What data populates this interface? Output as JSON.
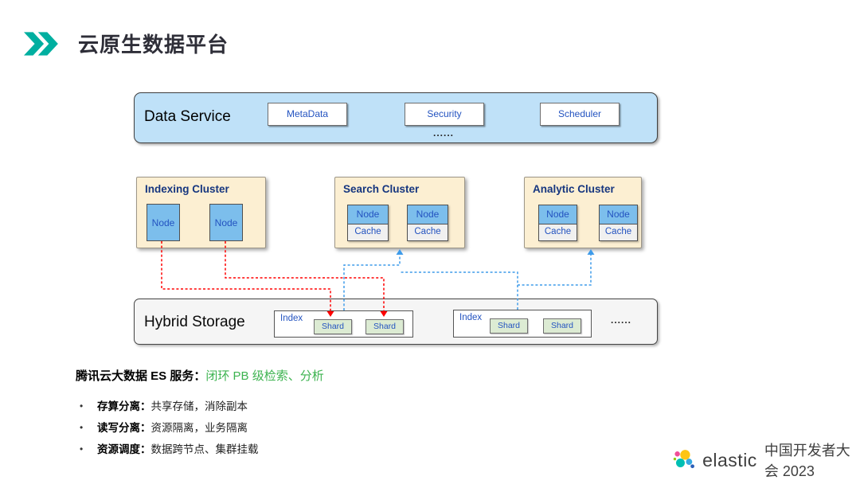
{
  "header": {
    "title": "云原生数据平台"
  },
  "diagram": {
    "data_service": {
      "label": "Data Service",
      "components": [
        "MetaData",
        "Security",
        "Scheduler"
      ],
      "ellipsis": "......"
    },
    "clusters": [
      {
        "title": "Indexing Cluster",
        "nodes": [
          {
            "node": "Node"
          },
          {
            "node": "Node"
          }
        ]
      },
      {
        "title": "Search Cluster",
        "nodes": [
          {
            "node": "Node",
            "cache": "Cache"
          },
          {
            "node": "Node",
            "cache": "Cache"
          }
        ]
      },
      {
        "title": "Analytic Cluster",
        "nodes": [
          {
            "node": "Node",
            "cache": "Cache"
          },
          {
            "node": "Node",
            "cache": "Cache"
          }
        ]
      }
    ],
    "storage": {
      "label": "Hybrid Storage",
      "indexes": [
        {
          "label": "Index",
          "shards": [
            "Shard",
            "Shard"
          ]
        },
        {
          "label": "Index",
          "shards": [
            "Shard",
            "Shard"
          ]
        }
      ],
      "ellipsis": "......"
    },
    "flows": [
      {
        "name": "indexing-write-path",
        "color": "red"
      },
      {
        "name": "search-analytic-read-path",
        "color": "blue"
      }
    ]
  },
  "notes": {
    "headline": {
      "bold": "腾讯云大数据 ES 服务：",
      "highlight": "闭环 PB 级检索、分析"
    },
    "bullet_char": "•",
    "bullets": [
      {
        "term": "存算分离：",
        "desc": "共享存储，消除副本"
      },
      {
        "term": "读写分离：",
        "desc": "资源隔离，业务隔离"
      },
      {
        "term": "资源调度：",
        "desc": "数据跨节点、集群挂载"
      }
    ]
  },
  "footer": {
    "brand": "elastic",
    "event": "中国开发者大会 2023"
  },
  "colors": {
    "teal_accent": "#00AFA0",
    "ds_fill": "#BFE1F8",
    "cream_fill": "#FCEFD2",
    "node_fill": "#7CBEEC",
    "shard_fill": "#DCEBD3",
    "blue_text": "#2353C0",
    "navy_title": "#16367F",
    "red_line": "#FF0000",
    "blue_line": "#3E9BEA",
    "green_highlight": "#3CB34F"
  }
}
